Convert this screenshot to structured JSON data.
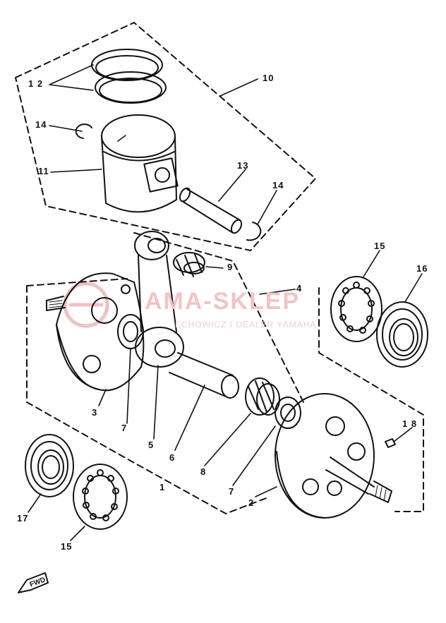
{
  "callouts": {
    "c1": "1",
    "c2": "2",
    "c3": "3",
    "c4": "4",
    "c5": "5",
    "c6": "6",
    "c7a": "7",
    "c7b": "7",
    "c8": "8",
    "c9": "9",
    "c10": "10",
    "c11": "11",
    "c12": "1 2",
    "c13": "13",
    "c14a": "14",
    "c14b": "14",
    "c15a": "15",
    "c15b": "15",
    "c16": "16",
    "c17": "17",
    "c18": "1 8"
  },
  "watermark": {
    "main": "AMA-SKLEP",
    "sub": "ECHOWICZ I DEALER YAMAHA"
  },
  "forward_mark": "FWD"
}
